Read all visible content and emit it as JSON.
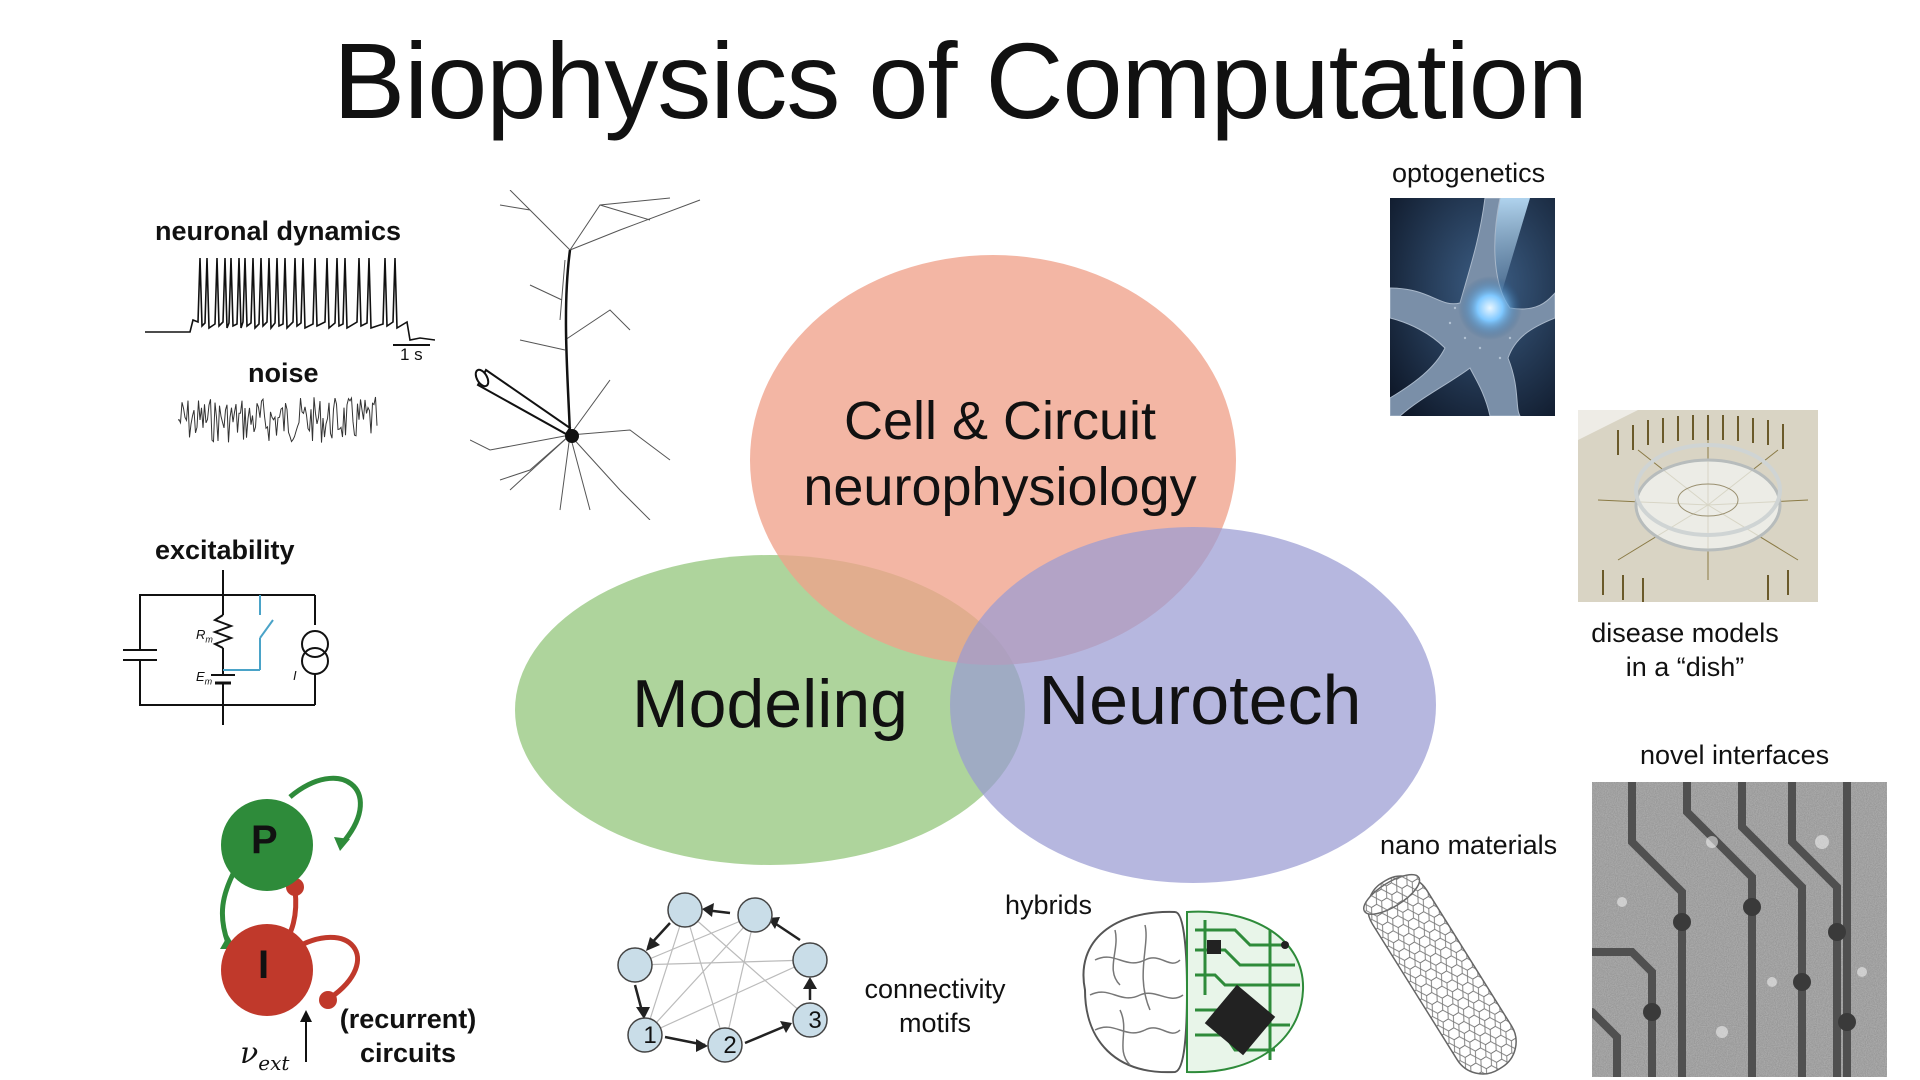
{
  "title": "Biophysics of Computation",
  "venn": {
    "top": {
      "line1": "Cell & Circuit",
      "line2": "neurophysiology",
      "color": "#f0a28a"
    },
    "left": {
      "label": "Modeling",
      "color": "#9ccb86"
    },
    "right": {
      "label": "Neurotech",
      "color": "#9a9bd2"
    }
  },
  "left_column": {
    "neuronal_dynamics": "neuronal dynamics",
    "scale_bar": "1 s",
    "noise": "noise",
    "excitability": "excitability",
    "circuit_rm": "R",
    "circuit_rm_sub": "m",
    "circuit_em": "E",
    "circuit_em_sub": "m",
    "circuit_i": "I",
    "p_node": "P",
    "i_node": "I",
    "nu_ext": "ν",
    "nu_ext_sub": "ext",
    "recurrent_line1": "(recurrent)",
    "recurrent_line2": "circuits"
  },
  "bottom": {
    "motif_nodes": [
      "1",
      "2",
      "3"
    ],
    "connectivity_line1": "connectivity",
    "connectivity_line2": "motifs",
    "hybrids": "hybrids",
    "nano_materials": "nano materials"
  },
  "right_column": {
    "optogenetics": "optogenetics",
    "disease_line1": "disease models",
    "disease_line2": "in a “dish”",
    "novel_interfaces": "novel interfaces"
  },
  "colors": {
    "p_node": "#2e8b3a",
    "i_node": "#c0392b",
    "motif_node": "#c9dde8"
  }
}
